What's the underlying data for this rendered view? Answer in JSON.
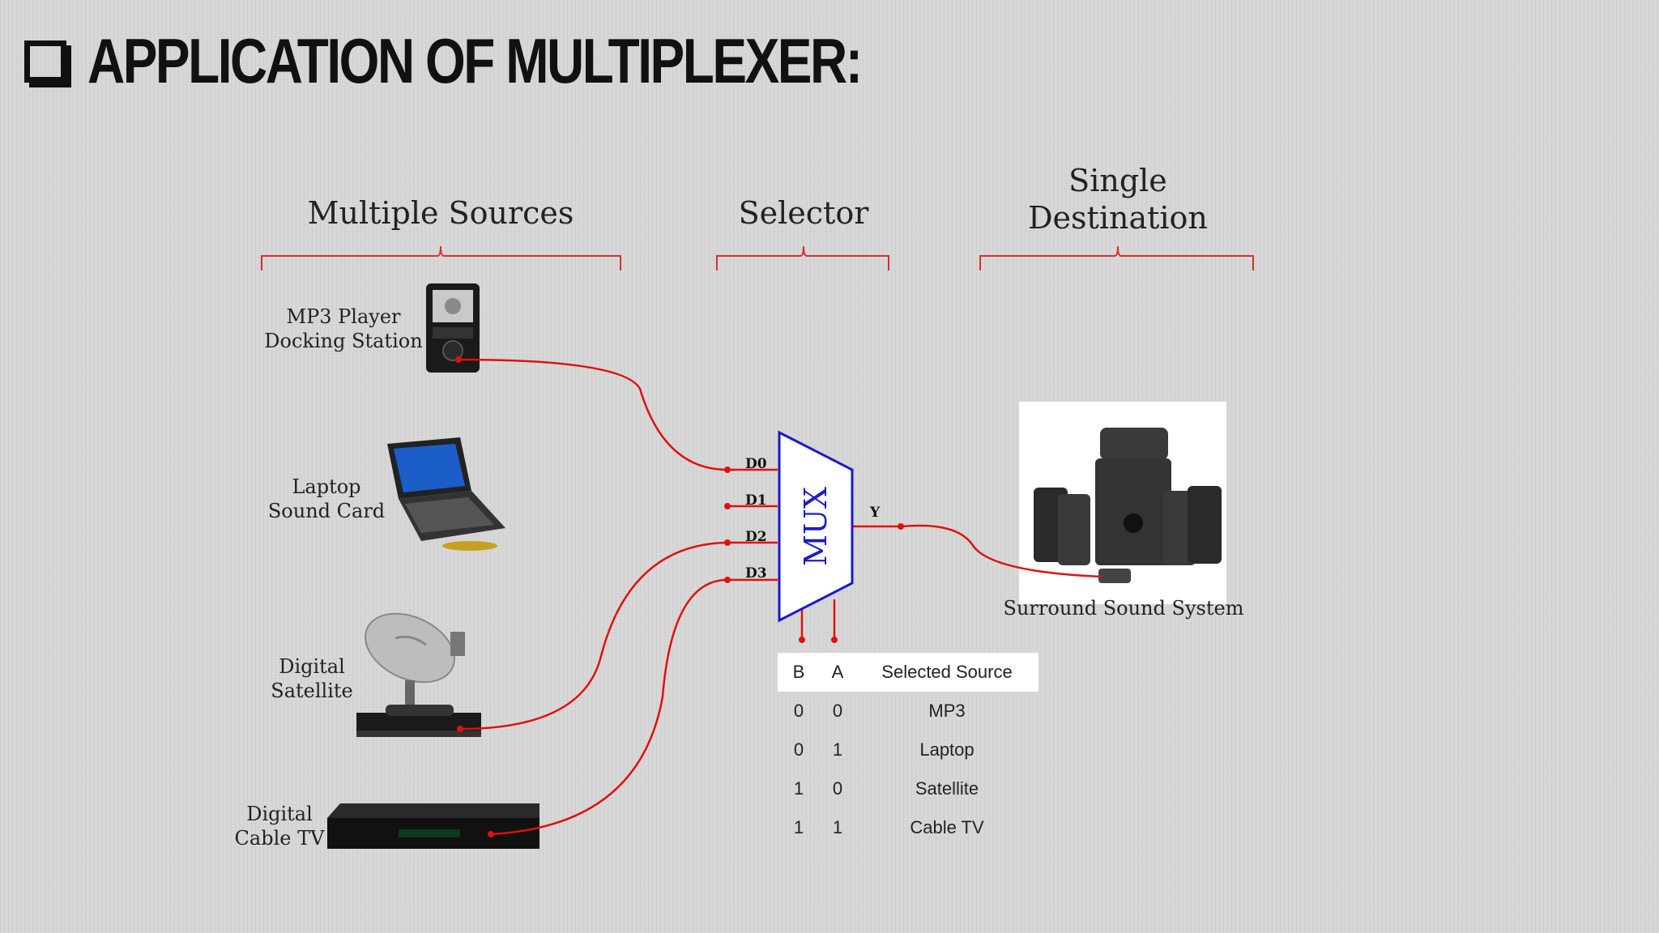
{
  "title": "APPLICATION OF MULTIPLEXER:",
  "sections": {
    "sources": "Multiple Sources",
    "selector": "Selector",
    "destination_line1": "Single",
    "destination_line2": "Destination"
  },
  "devices": {
    "mp3_line1": "MP3 Player",
    "mp3_line2": "Docking Station",
    "laptop_line1": "Laptop",
    "laptop_line2": "Sound Card",
    "satellite_line1": "Digital",
    "satellite_line2": "Satellite",
    "cable_line1": "Digital",
    "cable_line2": "Cable TV",
    "speakers": "Surround Sound System"
  },
  "mux": {
    "label": "MUX",
    "inputs": [
      "D0",
      "D1",
      "D2",
      "D3"
    ],
    "output": "Y"
  },
  "truth_table": {
    "headers": [
      "B",
      "A",
      "Selected Source"
    ],
    "rows": [
      [
        "0",
        "0",
        "MP3"
      ],
      [
        "0",
        "1",
        "Laptop"
      ],
      [
        "1",
        "0",
        "Satellite"
      ],
      [
        "1",
        "1",
        "Cable TV"
      ]
    ]
  },
  "colors": {
    "wire": "#e01010",
    "mux": "#1a1acc",
    "brace": "#d63030"
  }
}
